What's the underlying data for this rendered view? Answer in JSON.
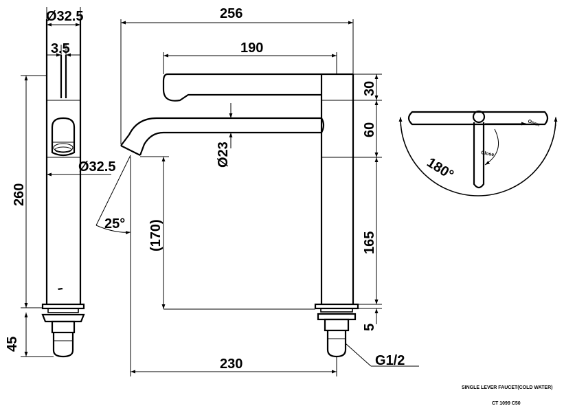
{
  "dimensions": {
    "top_diameter": "Ø32.5",
    "lever_thickness": "3.5",
    "body_diameter": "Ø32.5",
    "left_height": "260",
    "base_height_left": "45",
    "total_width": "256",
    "handle_length": "190",
    "handle_drop": "30",
    "spout_height_step": "60",
    "spout_diameter": "Ø23",
    "spout_clearance": "(170)",
    "body_height": "165",
    "base_gap": "5",
    "spout_reach": "230",
    "spout_angle": "25°",
    "thread": "G1/2",
    "rotation_angle": "180°",
    "open_label": "Open",
    "close_label": "Close"
  },
  "title_block": {
    "product_name": "SINGLE LEVER FAUCET(COLD WATER)",
    "model_code": "CT 1099 C50"
  }
}
